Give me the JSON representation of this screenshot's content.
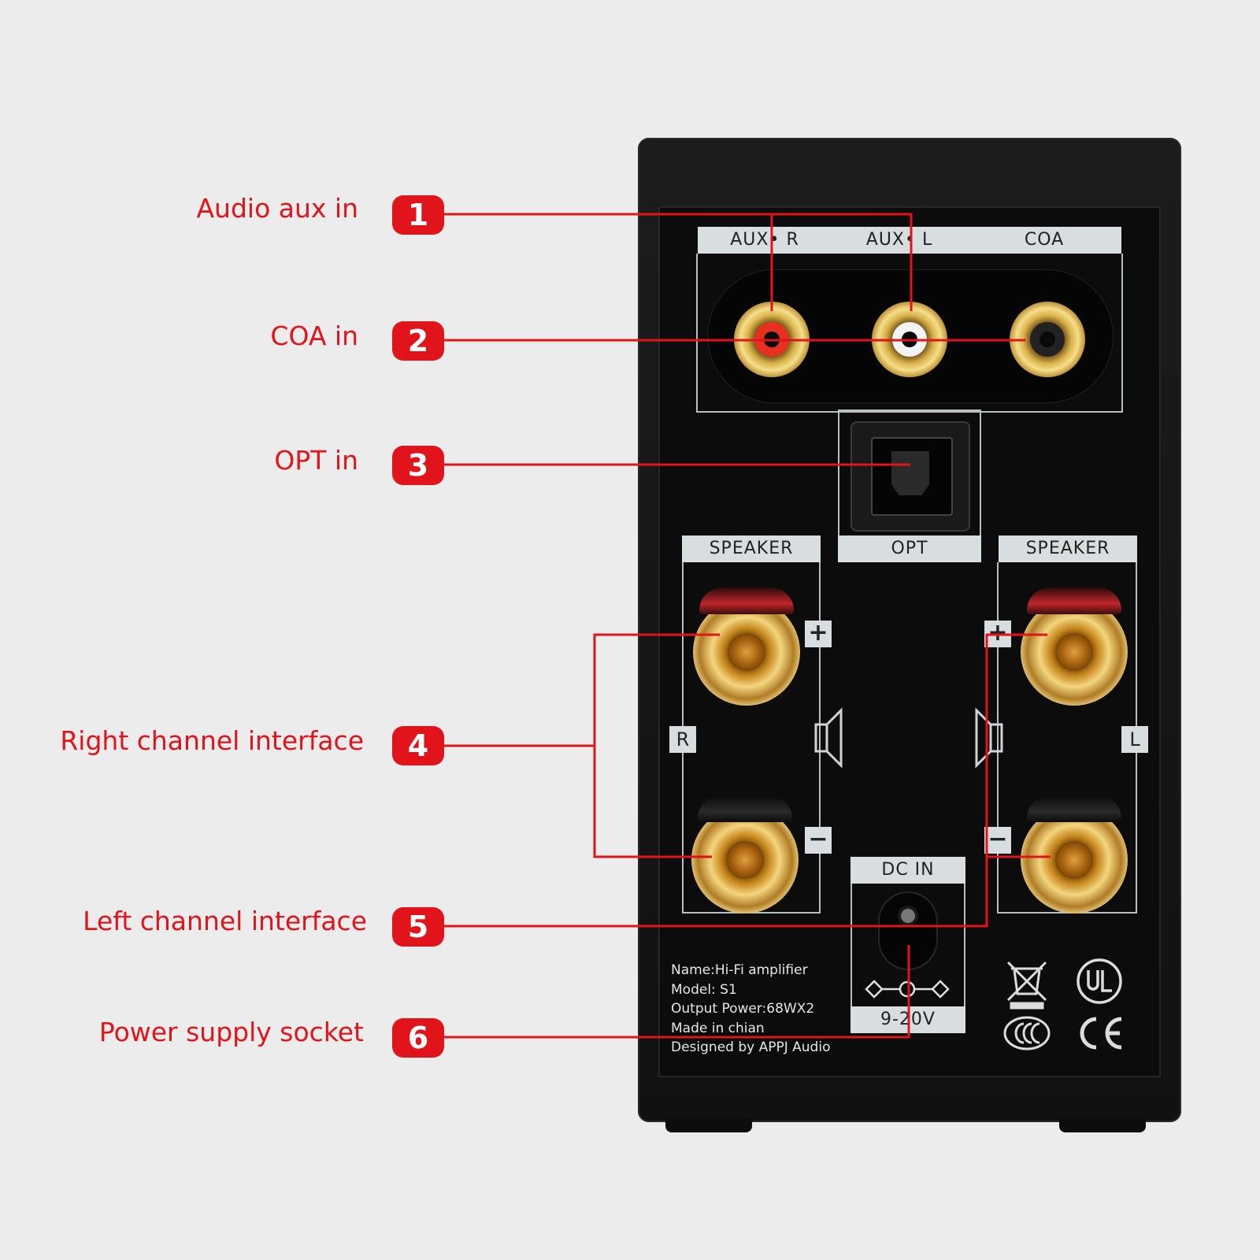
{
  "callouts": [
    {
      "number": "1",
      "label": "Audio aux in"
    },
    {
      "number": "2",
      "label": "COA in"
    },
    {
      "number": "3",
      "label": "OPT in"
    },
    {
      "number": "4",
      "label": "Right channel interface"
    },
    {
      "number": "5",
      "label": "Left channel interface"
    },
    {
      "number": "6",
      "label": "Power supply socket"
    }
  ],
  "panel": {
    "aux_r": "AUX• R",
    "aux_l": "AUX• L",
    "coa": "COA",
    "opt": "OPT",
    "speaker_left_block": "SPEAKER",
    "speaker_right_block": "SPEAKER",
    "plus": "+",
    "minus": "−",
    "channel_r": "R",
    "channel_l": "L",
    "dc_in": "DC IN",
    "voltage": "9-20V"
  },
  "spec_lines": [
    "Name:Hi-Fi amplifier",
    "Model: S1",
    "Output Power:68WX2",
    "Made in chian",
    "Designed by APPJ Audio"
  ],
  "colors": {
    "accent": "#e0141a",
    "label_plate": "#d8dde0",
    "device": "#111111",
    "background": "#ececec"
  },
  "icons": [
    "speaker-icon",
    "weee-bin-icon",
    "ul-mark-icon",
    "ccc-mark-icon",
    "ce-mark-icon",
    "dc-polarity-icon"
  ]
}
